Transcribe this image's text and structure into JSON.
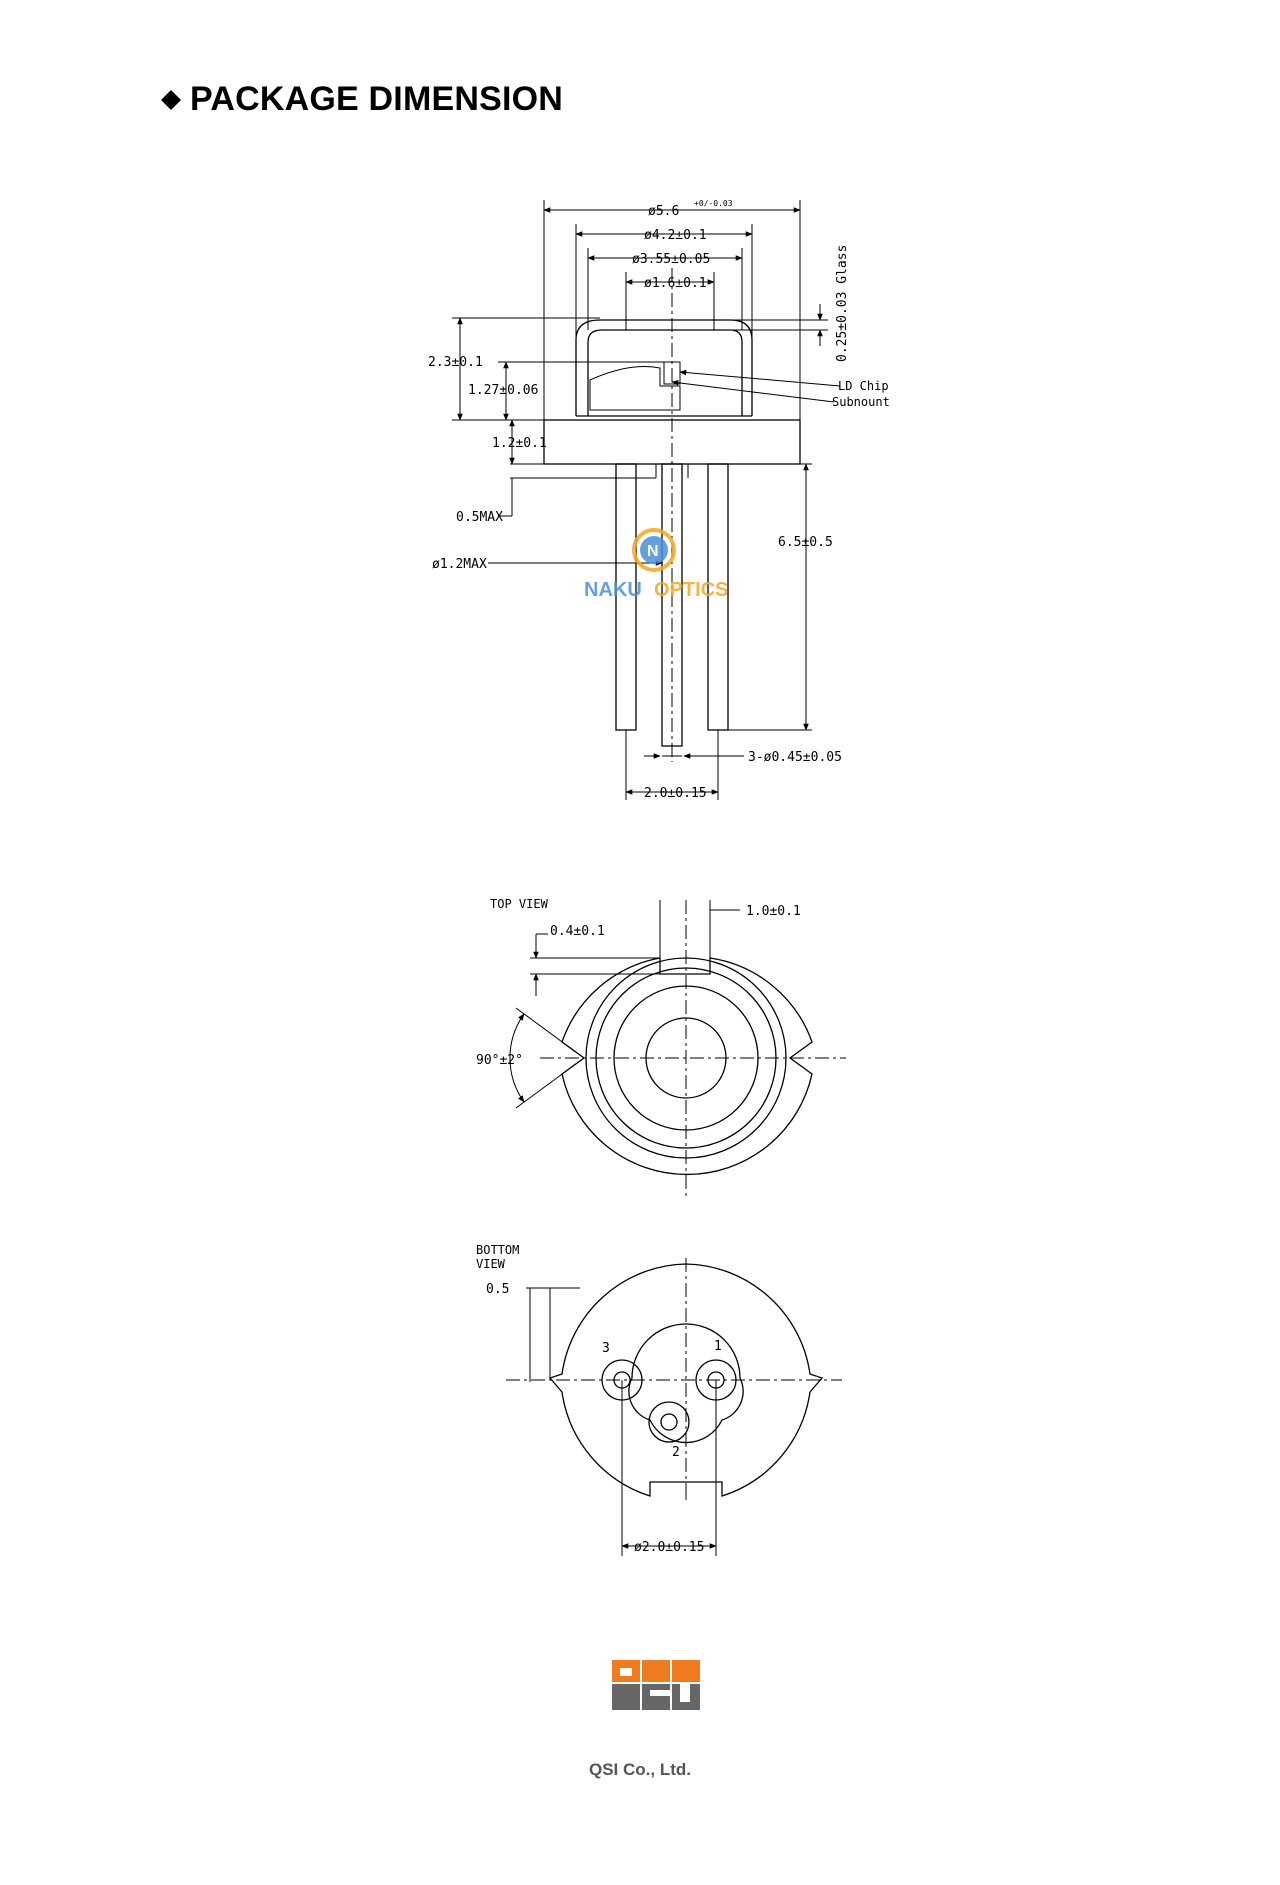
{
  "title": "PACKAGE DIMENSION",
  "side_view": {
    "dims": {
      "d_outer": "ø5.6",
      "d_outer_tol": "+0/-0.03",
      "d_cap": "ø4.2±0.1",
      "d_window": "ø3.55±0.05",
      "d_glass": "ø1.6±0.1",
      "glass_thk": "0.25±0.03 Glass",
      "height_cap": "2.3±0.1",
      "height_chip": "1.27±0.06",
      "base_thk": "1.2±0.1",
      "max_05": "0.5MAX",
      "max_12": "ø1.2MAX",
      "lead_len": "6.5±0.5",
      "lead_dia": "3-ø0.45±0.05",
      "pitch": "2.0±0.15"
    },
    "labels": {
      "chip": "LD Chip",
      "submount": "Subnount"
    }
  },
  "watermark": {
    "badge": "N",
    "brand_a": "NAKU",
    "brand_b": "OPTICS",
    "color_a": "#4a90d9",
    "color_b": "#f5a623"
  },
  "top_view": {
    "title": "TOP VIEW",
    "dims": {
      "notch_w": "1.0±0.1",
      "notch_d": "0.4±0.1",
      "angle": "90°±2°"
    }
  },
  "bottom_view": {
    "title_1": "BOTTOM",
    "title_2": "VIEW",
    "dims": {
      "notch": "0.5",
      "pitch": "ø2.0±0.15"
    },
    "pins": [
      "1",
      "2",
      "3"
    ]
  },
  "footer": {
    "company": "QSI Co., Ltd.",
    "logo_text": "QSI",
    "logo_orange": "#f07b1f",
    "logo_gray": "#666666"
  }
}
